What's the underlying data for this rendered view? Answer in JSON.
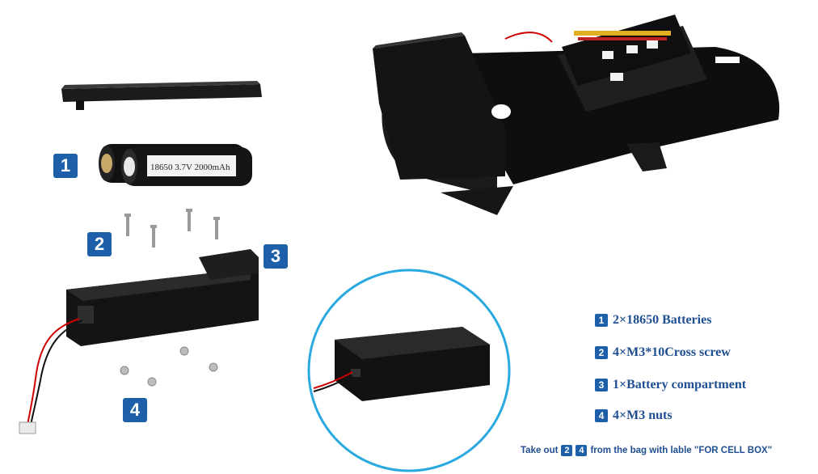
{
  "badges": {
    "b1": "1",
    "b2": "2",
    "b3": "3",
    "b4": "4"
  },
  "battery_label": "18650 3.7V 2000mAh",
  "legend": [
    {
      "num": "1",
      "text": "2×18650 Batteries"
    },
    {
      "num": "2",
      "text": "4×M3*10Cross screw"
    },
    {
      "num": "3",
      "text": "1×Battery compartment"
    },
    {
      "num": "4",
      "text": "4×M3 nuts"
    }
  ],
  "note": {
    "prefix": "Take out",
    "n1": "2",
    "n2": "4",
    "suffix": "from the bag with lable \"FOR CELL BOX\""
  },
  "colors": {
    "accent": "#1d5fa8",
    "text": "#1f4f92",
    "circle": "#2aa9e0"
  }
}
